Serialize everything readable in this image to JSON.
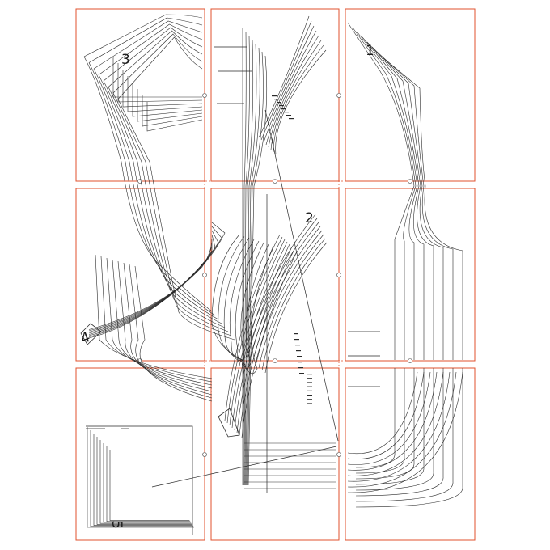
{
  "colors": {
    "tile_border": "#e0522e",
    "cut_line": "#e0522e",
    "pattern_line": "#2a2a2a",
    "background": "#ffffff"
  },
  "piece_numbers": {
    "p1": "1",
    "p2": "2",
    "p3": "3",
    "p4": "4",
    "p5": "5"
  },
  "sheet": {
    "rows": 3,
    "cols": 3,
    "size_count": 8
  }
}
